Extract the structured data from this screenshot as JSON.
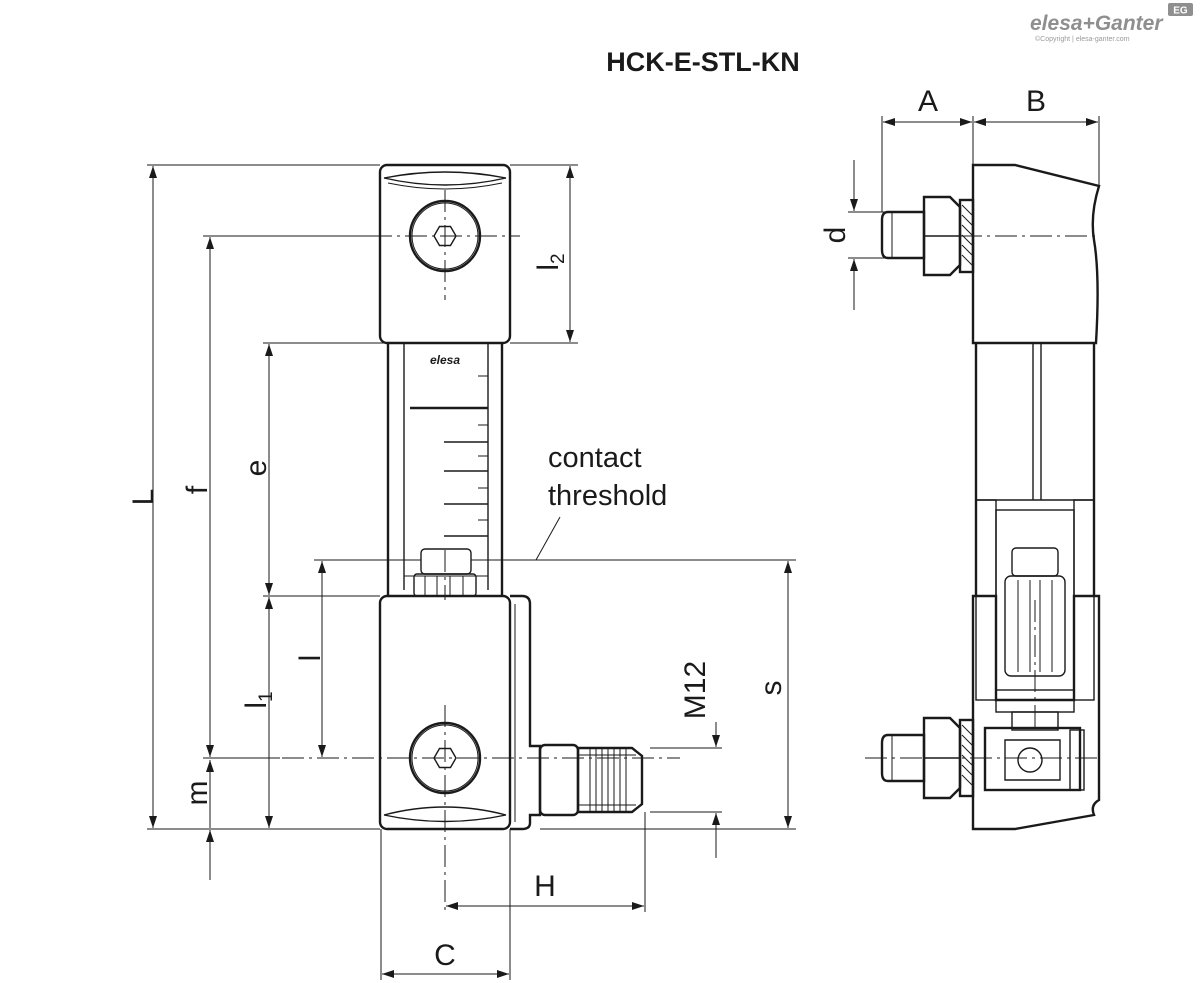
{
  "title": "HCK-E-STL-KN",
  "logo": {
    "brand": "elesa+Ganter",
    "copyright": "©Copyright | elesa-ganter.com",
    "badge": "EG"
  },
  "annotation": {
    "line1": "contact",
    "line2": "threshold",
    "glass_marking": "elesa"
  },
  "dimensions": {
    "L": "L",
    "f": "f",
    "e": "e",
    "l": "l",
    "l1_main": "l",
    "l1_sub": "1",
    "l2_main": "l",
    "l2_sub": "2",
    "m": "m",
    "M12": "M12",
    "s": "s",
    "H": "H",
    "C": "C",
    "A": "A",
    "B": "B",
    "d": "d"
  }
}
